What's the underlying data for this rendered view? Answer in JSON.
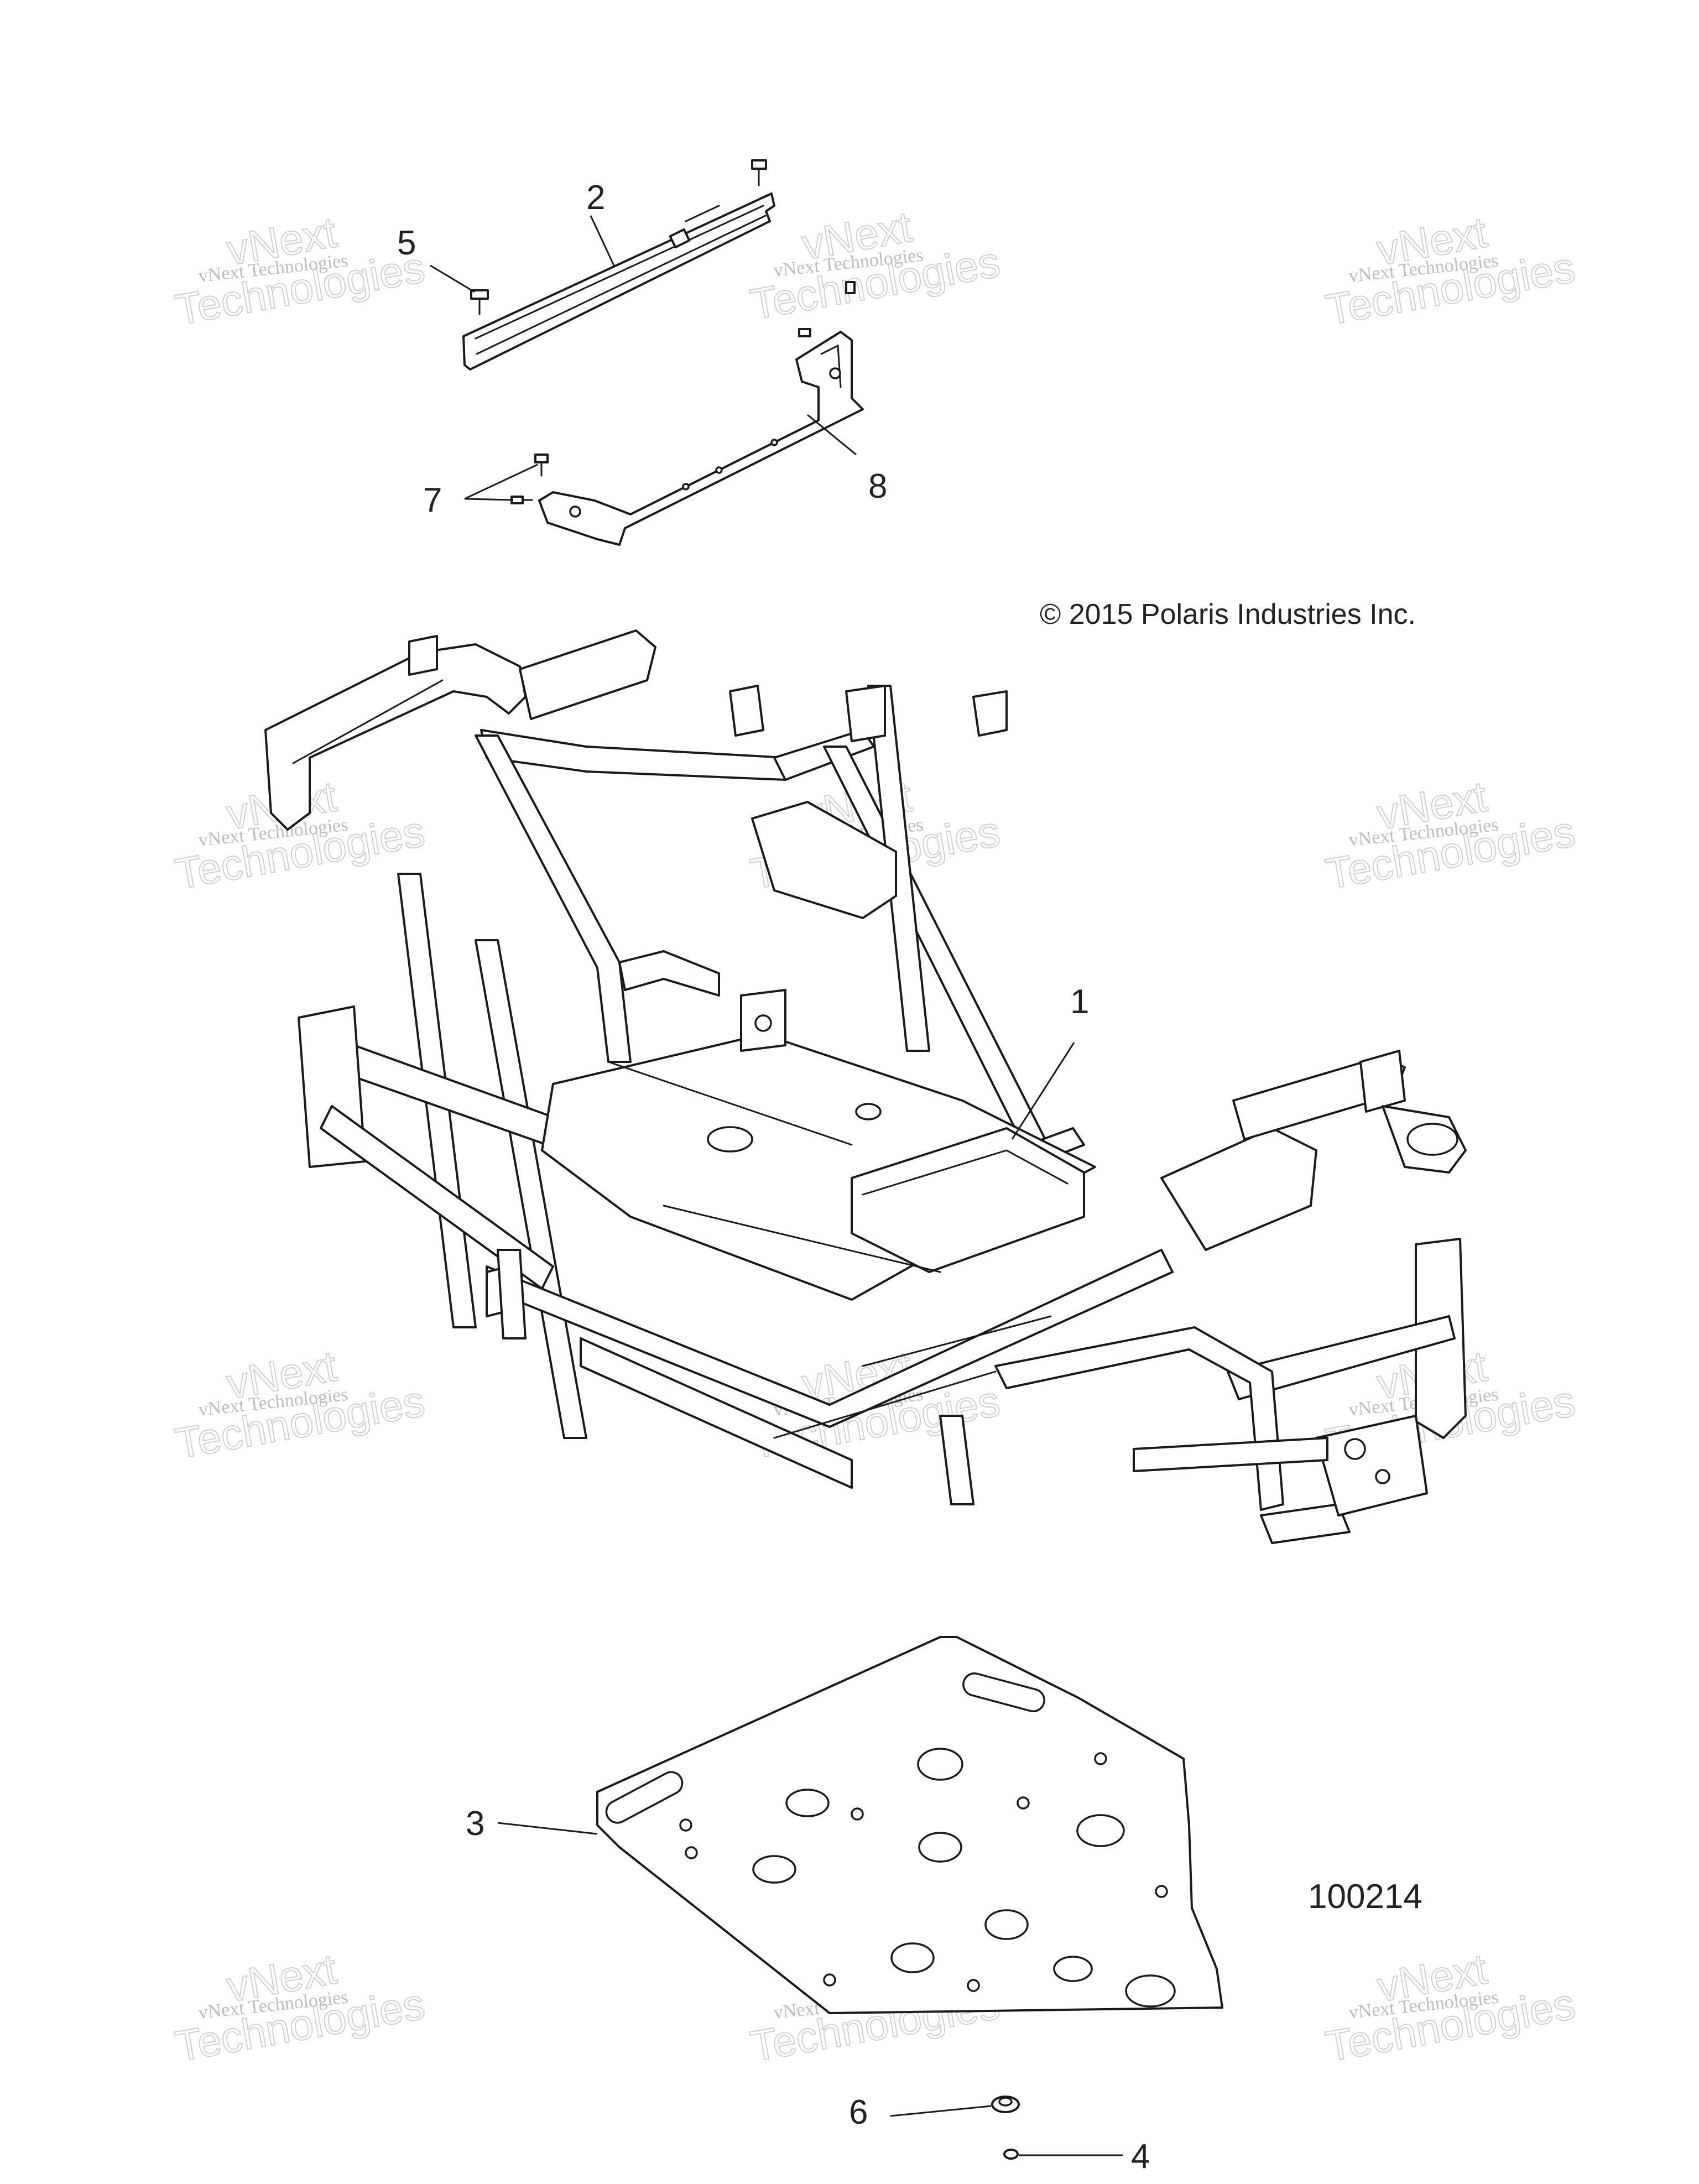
{
  "copyright": "© 2015 Polaris Industries Inc.",
  "figure_number": "100214",
  "watermark": {
    "line1": "vNext Technologies",
    "line2": "vNext",
    "line3": "Technologies"
  },
  "callouts": [
    {
      "id": "1",
      "part": "frame"
    },
    {
      "id": "2",
      "part": "upper rail"
    },
    {
      "id": "3",
      "part": "skid plate"
    },
    {
      "id": "4",
      "part": "fastener"
    },
    {
      "id": "5",
      "part": "screw"
    },
    {
      "id": "6",
      "part": "grommet"
    },
    {
      "id": "7",
      "part": "screws"
    },
    {
      "id": "8",
      "part": "bracket bar"
    }
  ]
}
